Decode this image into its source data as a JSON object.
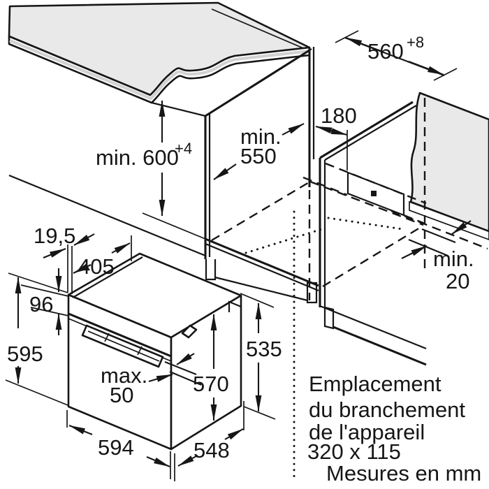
{
  "units_note": "Mesures en mm",
  "connection_note": {
    "line1": "Emplacement",
    "line2": "du branchement",
    "line3": "de l'appareil",
    "line4": "320 x 115"
  },
  "colors": {
    "line": "#161616",
    "surface": "#e9e9e9",
    "stripe": "#d2d2d2",
    "background": "#ffffff"
  },
  "dimensions": {
    "niche_height": {
      "label": "min. 600",
      "tolerance": "+4"
    },
    "niche_width_top": {
      "label": "560",
      "tolerance": "+8"
    },
    "niche_depth": {
      "line1": "min.",
      "line2": "550"
    },
    "connection_offset": {
      "label": "180"
    },
    "rear_gap": {
      "line1": "min.",
      "line2": "20"
    },
    "door_thickness": {
      "label": "19,5"
    },
    "top_depth": {
      "label": "405"
    },
    "panel_height": {
      "label": "96"
    },
    "front_height": {
      "label": "595"
    },
    "handle_protrusion": {
      "line1": "max.",
      "line2": "50"
    },
    "front_width": {
      "label": "594"
    },
    "door_height": {
      "label": "570"
    },
    "body_depth": {
      "label": "548"
    },
    "body_height": {
      "label": "535"
    }
  }
}
